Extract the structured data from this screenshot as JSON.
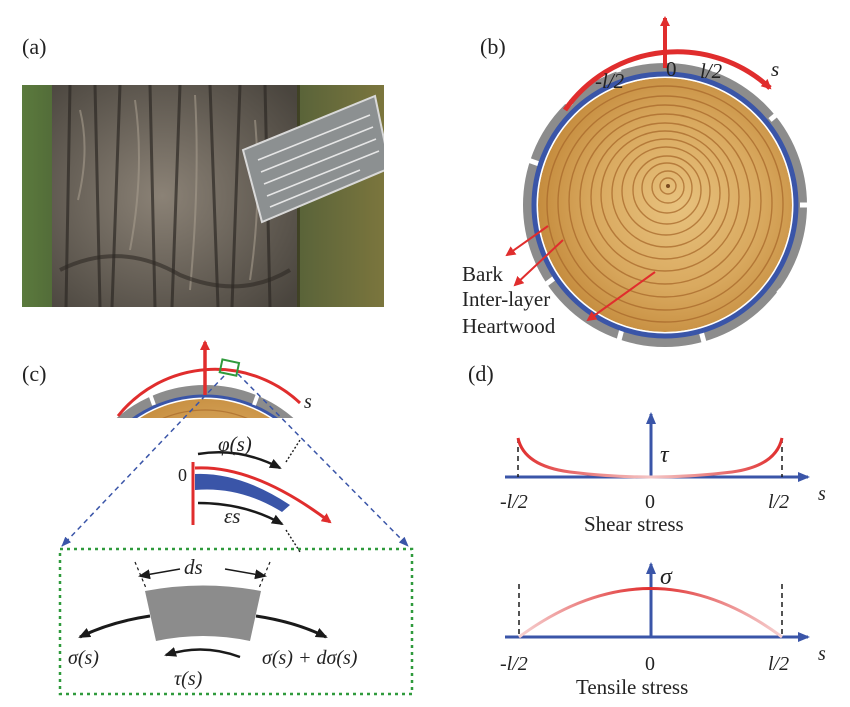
{
  "panels": {
    "a": {
      "label": "(a)"
    },
    "b": {
      "label": "(b)",
      "arc_left": "-l/2",
      "arc_zero": "0",
      "arc_right": "l/2",
      "arc_axis": "s",
      "layers": [
        "Bark",
        "Inter-layer",
        "Heartwood"
      ]
    },
    "c": {
      "label": "(c)",
      "axis": "s",
      "zero": "0",
      "phi": "φ(s)",
      "eps": "εs",
      "ds": "ds",
      "sigma_left": "σ(s)",
      "sigma_right": "σ(s) + dσ(s)",
      "tau": "τ(s)"
    },
    "d": {
      "label": "(d)",
      "shear": {
        "y_label": "τ",
        "x_label": "s",
        "left": "-l/2",
        "zero": "0",
        "right": "l/2",
        "title": "Shear stress"
      },
      "tensile": {
        "y_label": "σ",
        "x_label": "s",
        "left": "-l/2",
        "zero": "0",
        "right": "l/2",
        "title": "Tensile stress"
      }
    }
  },
  "colors": {
    "red": "#e02d2d",
    "blue": "#3a55a8",
    "bark_gray": "#8c8c8c",
    "wood": "#d4a55c",
    "green_dotted": "#2f9a3c"
  }
}
